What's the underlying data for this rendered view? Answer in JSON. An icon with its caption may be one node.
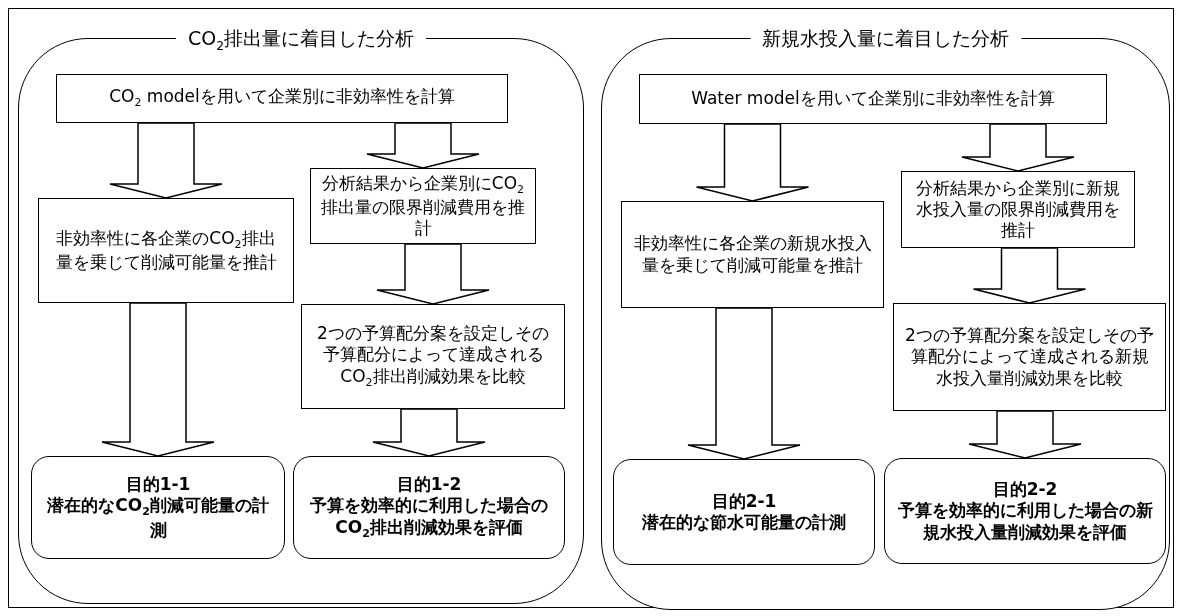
{
  "diagram": {
    "nodes": [
      {
        "text": [
          "CO$_{2}$排出量に着目した分析"
        ]
      },
      {
        "text": [
          "CO$_{2}$ modelを用いて企業別に非効率性を計算"
        ],
        "in": 0
      },
      {
        "text": [
          "非効率性に各企業のCO$_{2}$排出量を乗じて削減可能量を推計"
        ],
        "in": 0
      },
      {
        "text": [
          "分析結果から企業別にCO$_{2}$排出量の限界削減費用を推計"
        ],
        "in": 0
      },
      {
        "text": [
          "2つの予算配分案を設定しその予算配分によって達成されるCO$_{2}$排出削減効果を比較"
        ],
        "in": 0
      },
      {
        "text": [
          "目的1-1",
          "潜在的なCO$_{2}$削減可能量の計測"
        ],
        "in": 0
      },
      {
        "text": [
          "目的1-2",
          "予算を効率的に利用した場合のCO$_{2}$排出削減効果を評価"
        ],
        "in": 0
      },
      {
        "text": [
          "新規水投入量に着目した分析"
        ]
      },
      {
        "text": [
          "Water modelを用いて企業別に非効率性を計算"
        ],
        "in": 7
      },
      {
        "text": [
          "非効率性に各企業の新規水投入量を乗じて削減可能量を推計"
        ],
        "in": 7
      },
      {
        "text": [
          "分析結果から企業別に新規水投入量の限界削減費用を推計"
        ],
        "in": 7
      },
      {
        "text": [
          "2つの予算配分案を設定しその予算配分によって達成される新規水投入量削減効果を比較"
        ],
        "in": 7
      },
      {
        "text": [
          "目的2-1",
          "潜在的な節水可能量の計測"
        ],
        "in": 7
      },
      {
        "text": [
          "目的2-2",
          "予算を効率的に利用した場合の新規水投入量削減効果を評価"
        ],
        "in": 7
      }
    ],
    "edges": [
      {
        "from": 1,
        "to": 2,
        "arrow": "to"
      },
      {
        "from": 1,
        "to": 3,
        "arrow": "to"
      },
      {
        "from": 3,
        "to": 4,
        "arrow": "to"
      },
      {
        "from": 2,
        "to": 5,
        "arrow": "to"
      },
      {
        "from": 4,
        "to": 6,
        "arrow": "to"
      },
      {
        "from": 8,
        "to": 9,
        "arrow": "to"
      },
      {
        "from": 8,
        "to": 10,
        "arrow": "to"
      },
      {
        "from": 10,
        "to": 11,
        "arrow": "to"
      },
      {
        "from": 9,
        "to": 12,
        "arrow": "to"
      },
      {
        "from": 11,
        "to": 13,
        "arrow": "to"
      }
    ]
  }
}
